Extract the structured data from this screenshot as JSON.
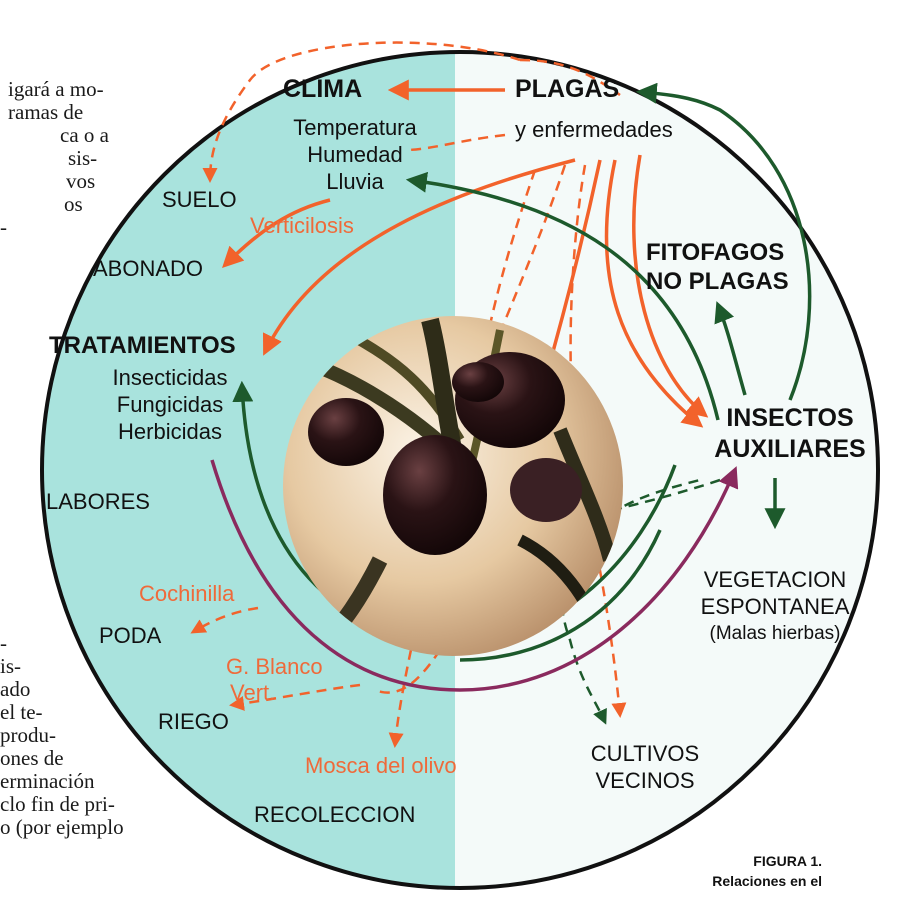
{
  "page_text_left": [
    "igará a mo-",
    "ramas de",
    "ca o a",
    "sis-",
    "vos",
    "os",
    "-"
  ],
  "page_text_left_bottom": [
    "-",
    "is-",
    "ado",
    "el te-",
    "produ-",
    "ones de",
    "erminación",
    "clo fin de pri-",
    "o (por ejemplo"
  ],
  "diagram": {
    "clima": {
      "title": "CLIMA",
      "items": [
        "Temperatura",
        "Humedad",
        "Lluvia"
      ]
    },
    "plagas": {
      "title": "PLAGAS",
      "subtitle": "y enfermedades"
    },
    "suelo": "SUELO",
    "abonado": "ABONADO",
    "verticilosis": "Verticilosis",
    "tratamientos": {
      "title": "TRATAMIENTOS",
      "items": [
        "Insecticidas",
        "Fungicidas",
        "Herbicidas"
      ]
    },
    "labores": "LABORES",
    "cochinilla": "Cochinilla",
    "poda": "PODA",
    "g_blanco": [
      "G. Blanco",
      "Vert."
    ],
    "riego": "RIEGO",
    "mosca": "Mosca del olivo",
    "recoleccion": "RECOLECCION",
    "fitofagos": [
      "FITOFAGOS",
      "NO PLAGAS"
    ],
    "insectos": [
      "INSECTOS",
      "AUXILIARES"
    ],
    "vegetacion": [
      "VEGETACION",
      "ESPONTANEA",
      "(Malas hierbas)"
    ],
    "cultivos": [
      "CULTIVOS",
      "VECINOS"
    ]
  },
  "caption": [
    "FIGURA 1.",
    "Relaciones en el"
  ],
  "colors": {
    "teal": "#a9e3dd",
    "orange": "#f2622b",
    "green": "#1d5a2c",
    "purple": "#8a2a5e",
    "text": "#111111"
  }
}
